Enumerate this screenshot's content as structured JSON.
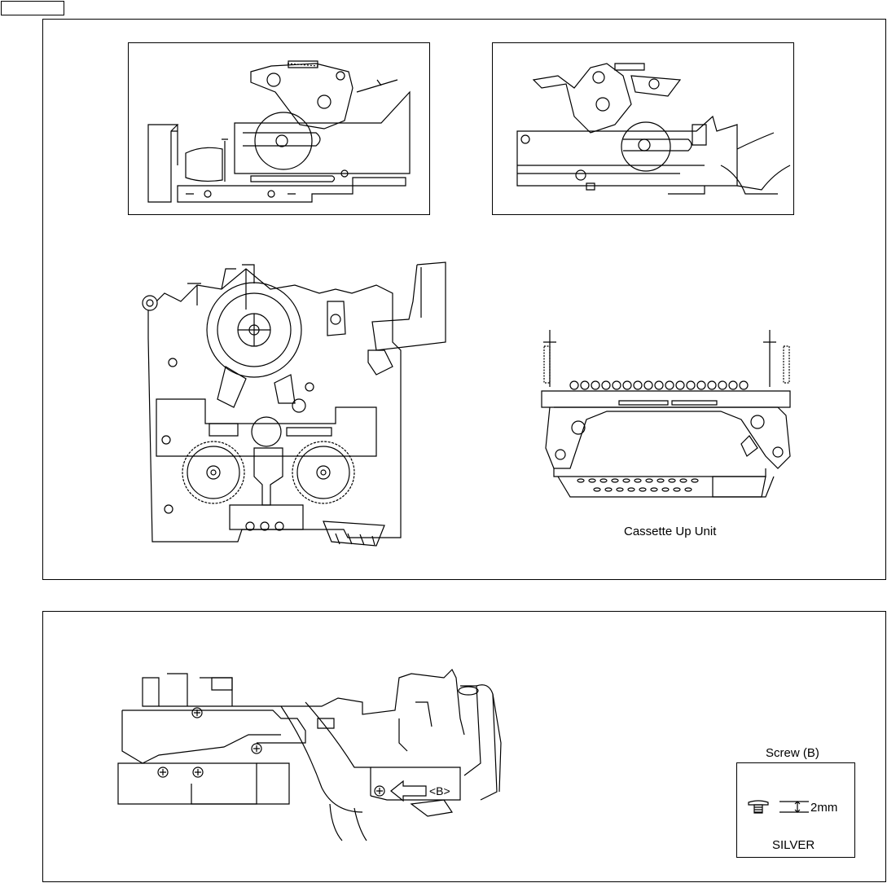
{
  "top_tab": {
    "label": ""
  },
  "cassette_label": "Cassette Up Unit",
  "screw_title": "Screw (B)",
  "screw_size": "2mm",
  "screw_finish": "SILVER",
  "callout_b": "<B>",
  "icons": [
    "screw-head-icon",
    "arrow-left-icon",
    "spring-icon",
    "gear-icon"
  ]
}
